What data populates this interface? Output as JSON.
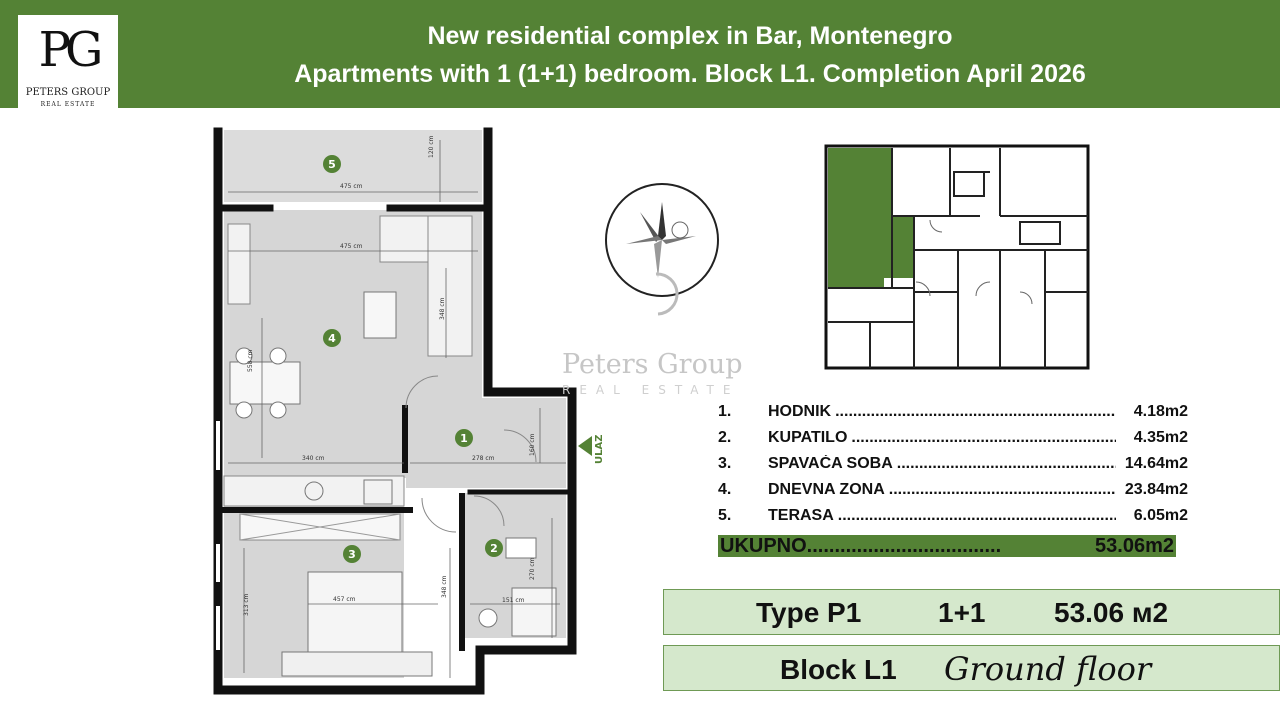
{
  "header": {
    "line1": "New residential complex in Bar, Montenegro",
    "line2": "Apartments with 1 (1+1) bedroom. Block L1. Completion April 2026",
    "color": "#548235"
  },
  "logo": {
    "monogram": "PG",
    "name": "PETERS GROUP",
    "sub": "REAL ESTATE"
  },
  "watermark": {
    "name": "Peters Group",
    "sub": "REAL ESTATE"
  },
  "plan": {
    "room_markers": [
      "1",
      "2",
      "3",
      "4",
      "5"
    ],
    "dims": {
      "terrace_w": "475 cm",
      "terrace_h": "120 cm",
      "living_w": "475 cm",
      "sofa_h": "348 cm",
      "dining_h": "558 cm",
      "kitchen_w": "340 cm",
      "hall_w": "278 cm",
      "hall_h": "160 cm",
      "bed_w": "457 cm",
      "bed_h1": "313 cm",
      "bed_h2": "348 cm",
      "bath_w": "151 cm",
      "bath_h": "270 cm"
    },
    "entrance_label": "ULAZ"
  },
  "rooms": [
    {
      "num": "1.",
      "name": "HODNIK",
      "area": "4.18m2"
    },
    {
      "num": "2.",
      "name": "KUPATILO",
      "area": "4.35m2"
    },
    {
      "num": "3.",
      "name": "SPAVAĆA SOBA",
      "area": "14.64m2"
    },
    {
      "num": "4.",
      "name": "DNEVNA ZONA",
      "area": "23.84m2"
    },
    {
      "num": "5.",
      "name": "TERASA",
      "area": "6.05m2"
    }
  ],
  "total": {
    "label": "UKUPNO",
    "dots": "...................................",
    "area": "53.06m2"
  },
  "type_box": {
    "type": "Type P1",
    "rooms": "1+1",
    "area": "53.06 м2"
  },
  "block_box": {
    "block": "Block L1",
    "floor": "Ground floor"
  },
  "colors": {
    "accent": "#548235",
    "box_fill": "#d5e8cc",
    "wall": "#111111",
    "floor_fill": "#d9d9d9"
  }
}
